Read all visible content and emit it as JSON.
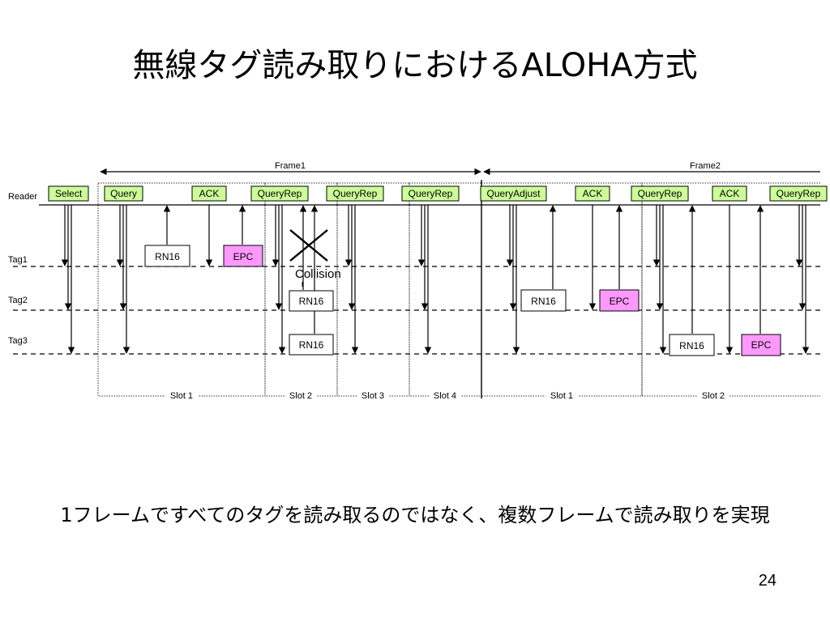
{
  "title": "無線タグ読み取りにおけるALOHA方式",
  "caption": "1フレームですべてのタグを読み取るのではなく、複数フレームで読み取りを実現",
  "page_number": "24",
  "rows": {
    "reader": "Reader",
    "tag1": "Tag1",
    "tag2": "Tag2",
    "tag3": "Tag3"
  },
  "frames": {
    "frame1": "Frame1",
    "frame2": "Frame2"
  },
  "commands": {
    "select": "Select",
    "query": "Query",
    "ack1": "ACK",
    "queryrep1": "QueryRep",
    "queryrep2": "QueryRep",
    "queryrep3": "QueryRep",
    "queryadjust": "QueryAdjust",
    "ack2": "ACK",
    "queryrep4": "QueryRep",
    "ack3": "ACK",
    "queryrep5": "QueryRep"
  },
  "responses": {
    "rn16_tag1": "RN16",
    "epc_tag1": "EPC",
    "rn16_tag2_collision": "RN16",
    "rn16_tag3_collision": "RN16",
    "rn16_tag2": "RN16",
    "epc_tag2": "EPC",
    "rn16_tag3": "RN16",
    "epc_tag3": "EPC"
  },
  "collision_label": "Collision",
  "slots": {
    "f1_slot1": "Slot 1",
    "f1_slot2": "Slot 2",
    "f1_slot3": "Slot 3",
    "f1_slot4": "Slot 4",
    "f2_slot1": "Slot 1",
    "f2_slot2": "Slot 2"
  },
  "colors": {
    "command_fill": "#ccff99",
    "epc_fill": "#ff99ff",
    "response_fill": "#ffffff",
    "line": "#000000"
  }
}
